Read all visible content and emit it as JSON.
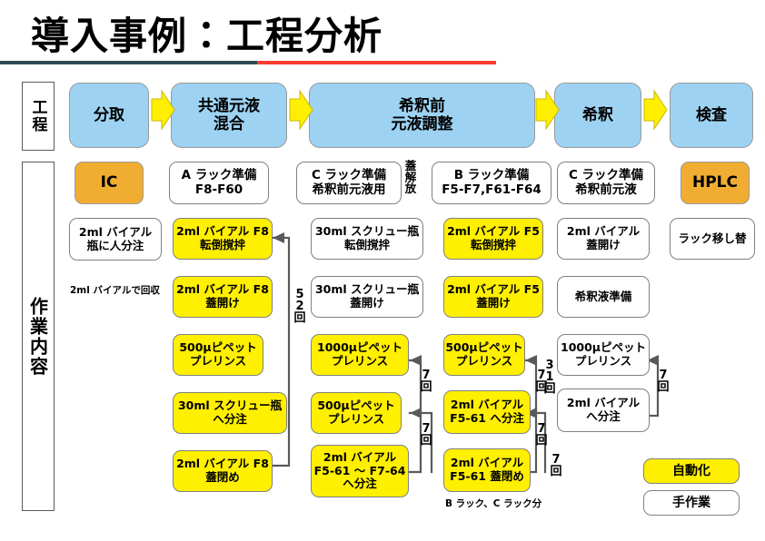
{
  "page": {
    "title": "導入事例：工程分析",
    "accent_dark": "#2e4a52",
    "accent_red": "#ff3b30",
    "color_process": "#9dd2f2",
    "color_instrument": "#f0ad32",
    "color_automated": "#ffef00",
    "color_manual": "#ffffff"
  },
  "side_labels": {
    "process": "工程",
    "work_content": "作業内容"
  },
  "process_row": {
    "steps": [
      {
        "label": "分取"
      },
      {
        "label": "共通元液\n混合"
      },
      {
        "label": "希釈前\n元液調整"
      },
      {
        "label": "希釈"
      },
      {
        "label": "検査"
      }
    ],
    "arrow_icon": "chevron-right-icon"
  },
  "header_row": [
    {
      "label": "IC",
      "type": "instrument"
    },
    {
      "label": "A ラック準備\nF8-F60",
      "type": "manual"
    },
    {
      "label": "C ラック準備\n希釈前元液用",
      "type": "manual"
    },
    {
      "label": "蓋解放",
      "type": "manual-vertical"
    },
    {
      "label": "B ラック準備\nF5-F7,F61-F64",
      "type": "manual"
    },
    {
      "label": "C ラック準備\n希釈前元液",
      "type": "manual"
    },
    {
      "label": "HPLC",
      "type": "instrument"
    }
  ],
  "column1": {
    "steps": [
      {
        "label": "2ml バイアル\n瓶に人分注",
        "type": "manual"
      }
    ],
    "note": "2ml バイアルで回収"
  },
  "column2": {
    "steps": [
      {
        "label": "2ml バイアル F8\n転倒撹拌",
        "type": "automated"
      },
      {
        "label": "2ml バイアル F8\n蓋開け",
        "type": "automated"
      },
      {
        "label": "500μピペット\nプレリンス",
        "type": "automated"
      },
      {
        "label": "30ml スクリュー瓶\nへ分注",
        "type": "automated"
      },
      {
        "label": "2ml バイアル F8\n蓋閉め",
        "type": "automated"
      }
    ],
    "loop_count": "5\n2\n回"
  },
  "column3": {
    "steps": [
      {
        "label": "30ml スクリュー瓶\n転倒撹拌",
        "type": "manual"
      },
      {
        "label": "30ml スクリュー瓶\n蓋開け",
        "type": "manual"
      },
      {
        "label": "1000μピペット\nプレリンス",
        "type": "automated"
      },
      {
        "label": "500μピペット\nプレリンス",
        "type": "automated"
      },
      {
        "label": "2ml バイアル\nF5-61 ～ F7-64\nへ分注",
        "type": "automated"
      }
    ],
    "loop_counts": [
      "7\n回",
      "7\n回"
    ]
  },
  "column4": {
    "steps": [
      {
        "label": "2ml バイアル F5\n転倒撹拌",
        "type": "automated"
      },
      {
        "label": "2ml バイアル F5\n蓋開け",
        "type": "automated"
      },
      {
        "label": "500μピペット\nプレリンス",
        "type": "automated"
      },
      {
        "label": "2ml バイアル\nF5-61 へ分注",
        "type": "automated"
      },
      {
        "label": "2ml バイアル\nF5-61 蓋閉め",
        "type": "automated"
      }
    ],
    "loop_counts": [
      "7\n回",
      "7\n回"
    ],
    "note": "B ラック、C ラック分"
  },
  "column5": {
    "steps": [
      {
        "label": "2ml バイアル\n蓋開け",
        "type": "manual"
      },
      {
        "label": "希釈液準備",
        "type": "manual"
      },
      {
        "label": "1000μピペット\nプレリンス",
        "type": "manual"
      },
      {
        "label": "2ml バイアル\nへ分注",
        "type": "manual"
      }
    ],
    "loop_counts": [
      "3\n1\n回",
      "7\n回"
    ]
  },
  "column6": {
    "steps": [
      {
        "label": "ラック移し替",
        "type": "manual"
      }
    ],
    "loop_count": "7\n回"
  },
  "legend": {
    "items": [
      {
        "label": "自動化",
        "type": "automated"
      },
      {
        "label": "手作業",
        "type": "manual"
      }
    ]
  }
}
